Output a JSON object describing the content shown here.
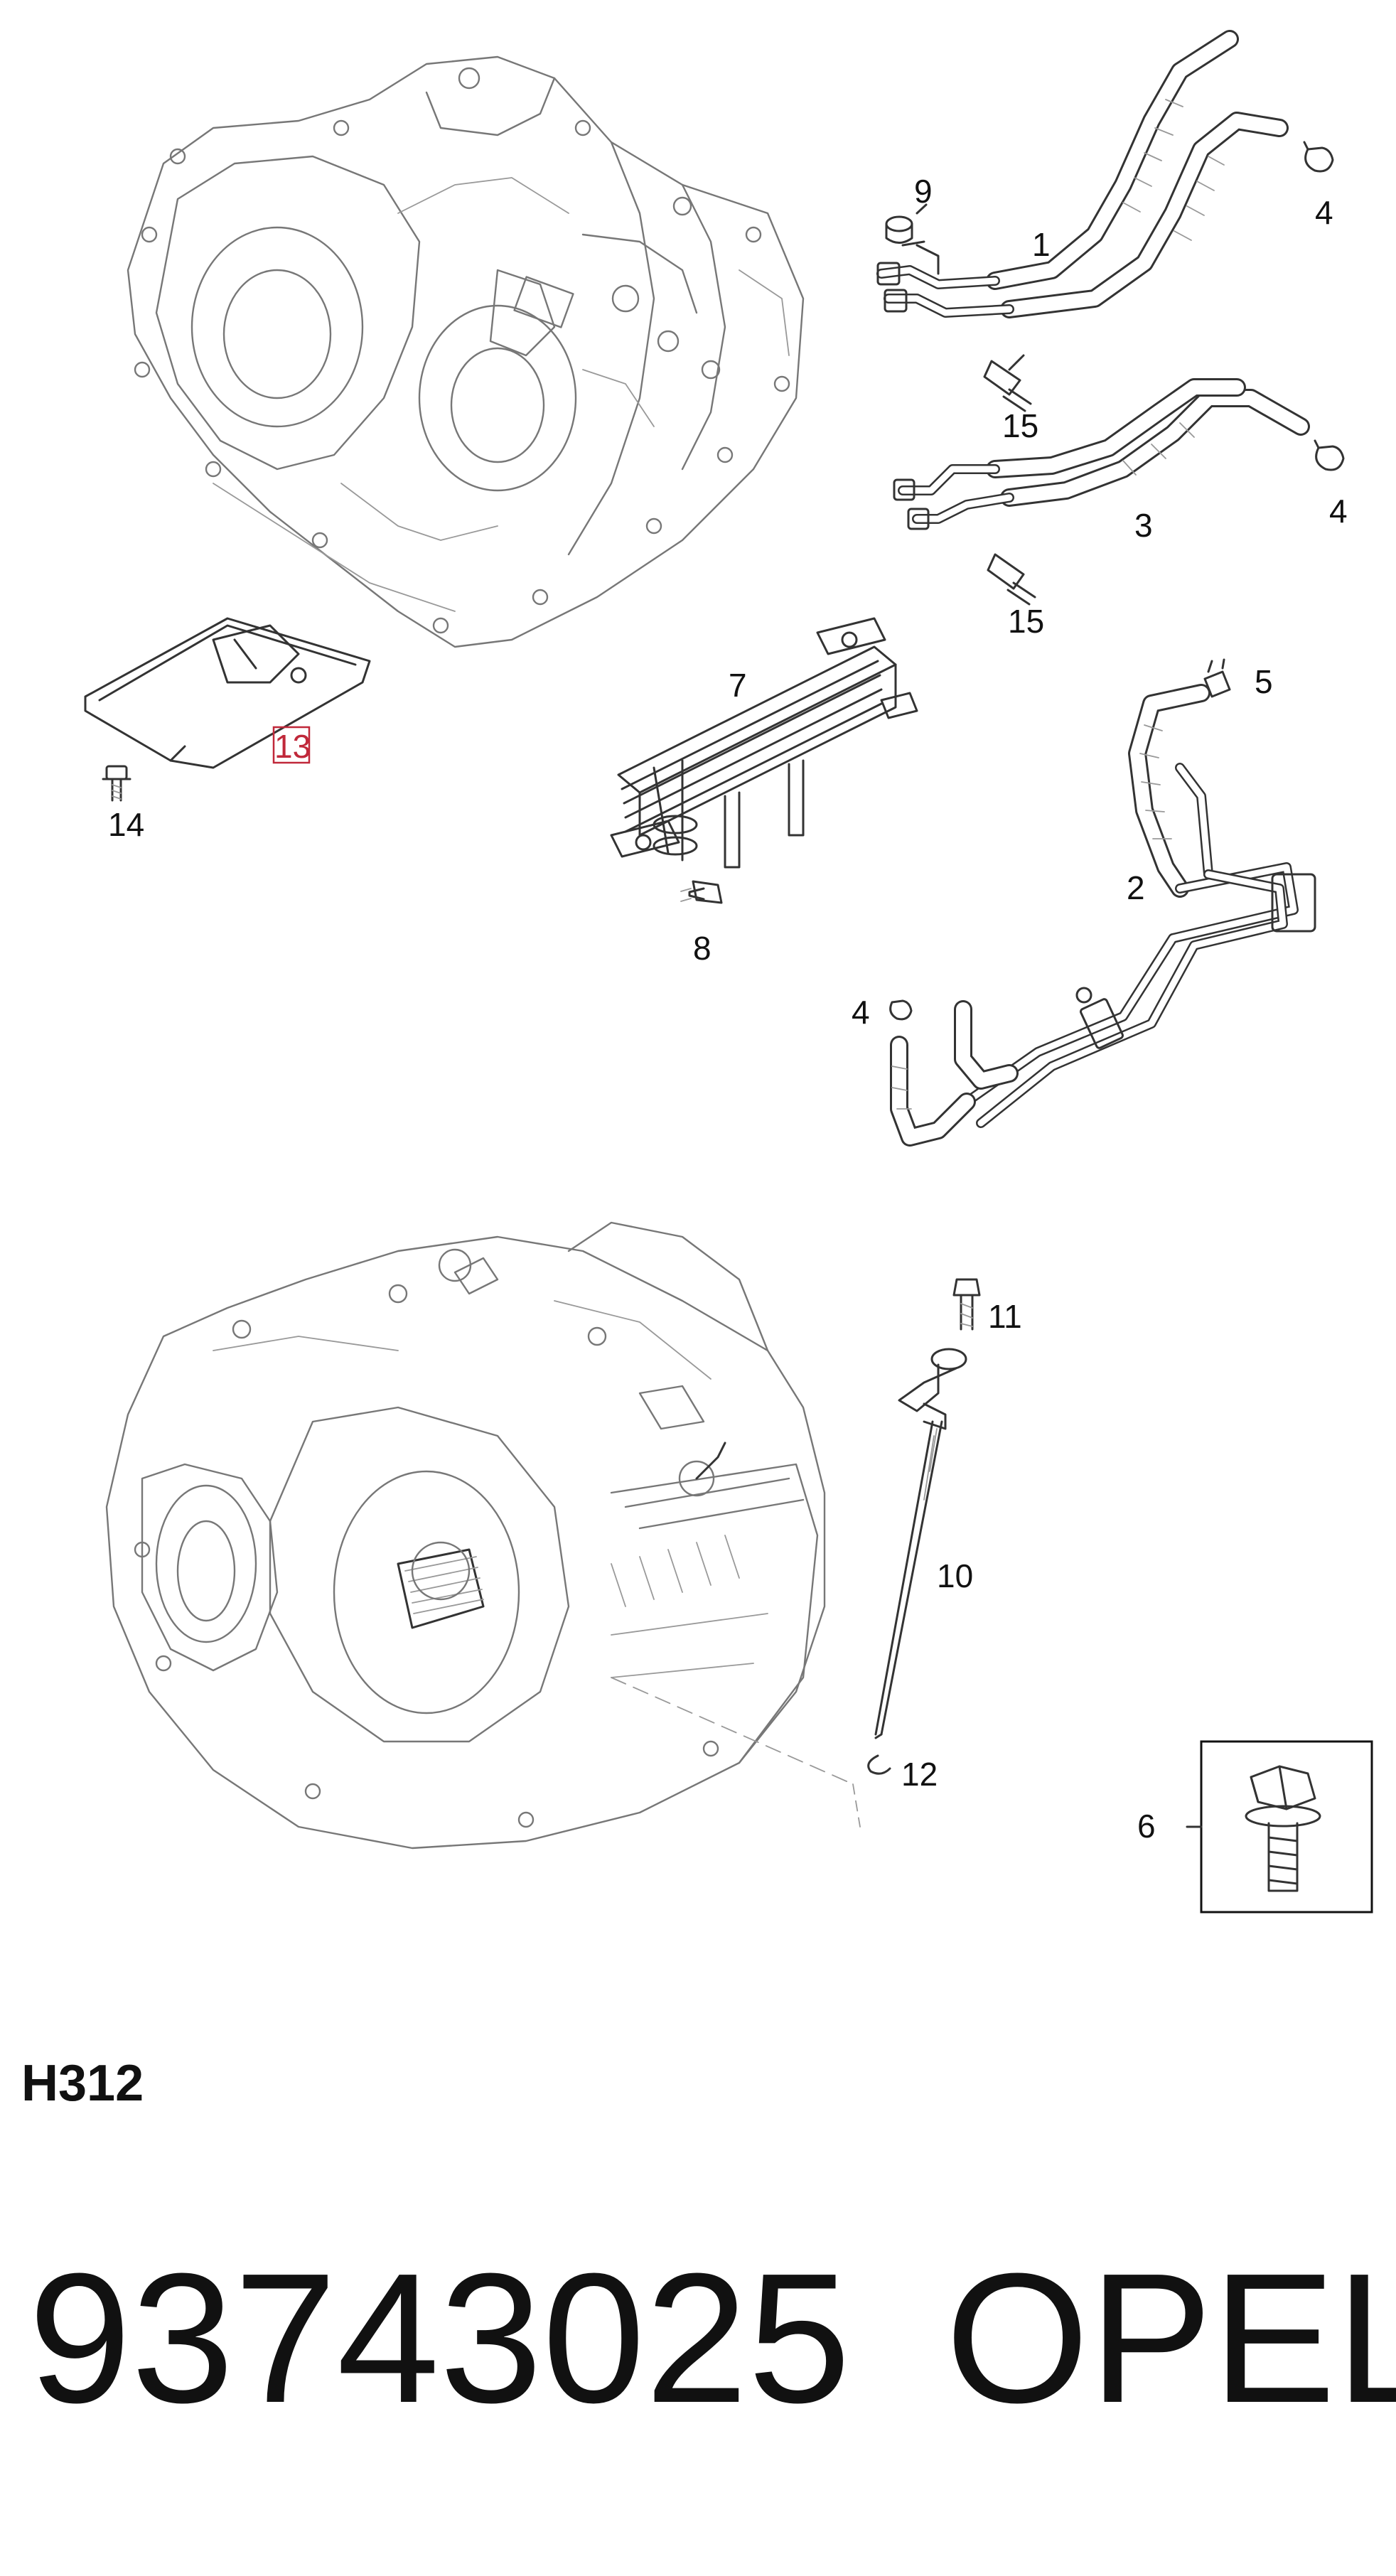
{
  "callouts": {
    "c1": "1",
    "c2": "2",
    "c3": "3",
    "c4a": "4",
    "c4b": "4",
    "c4c": "4",
    "c5": "5",
    "c6": "6",
    "c7": "7",
    "c8": "8",
    "c9": "9",
    "c10": "10",
    "c11": "11",
    "c12": "12",
    "c13": "13",
    "c14": "14",
    "c15a": "15",
    "c15b": "15"
  },
  "diagram_code": "H312",
  "part_number": "93743025",
  "brand": "OPEL",
  "colors": {
    "highlight": "#c0283a",
    "line": "#777777",
    "ink": "#111111"
  }
}
